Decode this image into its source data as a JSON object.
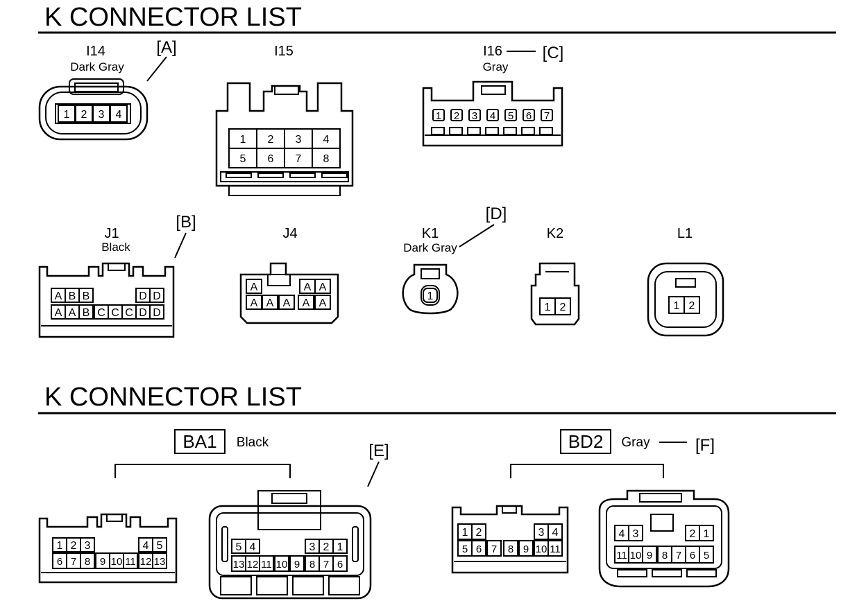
{
  "sections": [
    {
      "title": "K  CONNECTOR LIST"
    },
    {
      "title": "K  CONNECTOR LIST"
    }
  ],
  "connectors": {
    "I14": {
      "id": "I14",
      "color": "Dark Gray",
      "callout": "[A]",
      "pins": [
        "1",
        "2",
        "3",
        "4"
      ]
    },
    "I15": {
      "id": "I15",
      "pins": [
        "1",
        "2",
        "3",
        "4",
        "5",
        "6",
        "7",
        "8"
      ]
    },
    "I16": {
      "id": "I16",
      "color": "Gray",
      "callout": "[C]",
      "pins": [
        "1",
        "2",
        "3",
        "4",
        "5",
        "6",
        "7"
      ]
    },
    "J1": {
      "id": "J1",
      "color": "Black",
      "callout": "[B]",
      "row1": [
        "A",
        "B",
        "B",
        "D",
        "D"
      ],
      "row2": [
        "A",
        "A",
        "B",
        "C",
        "C",
        "C",
        "D",
        "D"
      ]
    },
    "J4": {
      "id": "J4",
      "row1": [
        "A",
        "A",
        "A"
      ],
      "row2": [
        "A",
        "A",
        "A",
        "A",
        "A"
      ]
    },
    "K1": {
      "id": "K1",
      "color": "Dark Gray",
      "callout": "[D]",
      "pins": [
        "1"
      ]
    },
    "K2": {
      "id": "K2",
      "pins": [
        "1",
        "2"
      ]
    },
    "L1": {
      "id": "L1",
      "pins": [
        "1",
        "2"
      ]
    },
    "BA1": {
      "id": "BA1",
      "color": "Black",
      "callout": "[E]",
      "male_row1": [
        "1",
        "2",
        "3",
        "4",
        "5"
      ],
      "male_row2": [
        "6",
        "7",
        "8",
        "9",
        "10",
        "11",
        "12",
        "13"
      ],
      "female_row1": [
        "5",
        "4",
        "3",
        "2",
        "1"
      ],
      "female_row2": [
        "13",
        "12",
        "11",
        "10",
        "9",
        "8",
        "7",
        "6"
      ]
    },
    "BD2": {
      "id": "BD2",
      "color": "Gray",
      "callout": "[F]",
      "male_row1": [
        "1",
        "2",
        "3",
        "4"
      ],
      "male_row2": [
        "5",
        "6",
        "7",
        "8",
        "9",
        "10",
        "11"
      ],
      "female_row1": [
        "4",
        "3",
        "2",
        "1"
      ],
      "female_row2": [
        "11",
        "10",
        "9",
        "8",
        "7",
        "6",
        "5"
      ]
    }
  }
}
